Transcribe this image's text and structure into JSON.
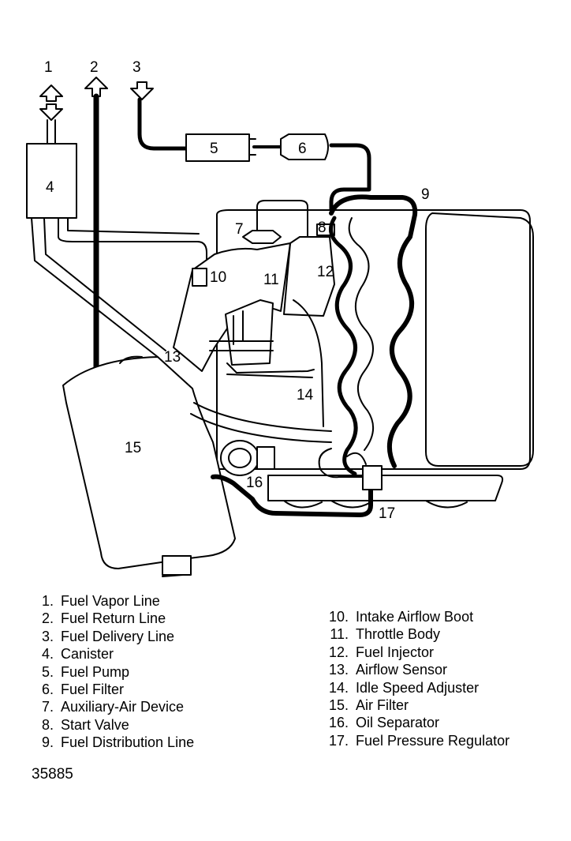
{
  "callouts": [
    "1",
    "2",
    "3",
    "4",
    "5",
    "6",
    "7",
    "8",
    "9",
    "10",
    "11",
    "12",
    "13",
    "14",
    "15",
    "16",
    "17"
  ],
  "legend_left": [
    {
      "num": "1.",
      "label": "Fuel Vapor Line"
    },
    {
      "num": "2.",
      "label": "Fuel Return Line"
    },
    {
      "num": "3.",
      "label": "Fuel Delivery Line"
    },
    {
      "num": "4.",
      "label": "Canister"
    },
    {
      "num": "5.",
      "label": "Fuel Pump"
    },
    {
      "num": "6.",
      "label": "Fuel Filter"
    },
    {
      "num": "7.",
      "label": "Auxiliary-Air Device"
    },
    {
      "num": "8.",
      "label": "Start Valve"
    },
    {
      "num": "9.",
      "label": "Fuel Distribution Line"
    }
  ],
  "legend_right": [
    {
      "num": "10.",
      "label": "Intake Airflow Boot"
    },
    {
      "num": "11.",
      "label": "Throttle Body"
    },
    {
      "num": "12.",
      "label": "Fuel Injector"
    },
    {
      "num": "13.",
      "label": "Airflow Sensor"
    },
    {
      "num": "14.",
      "label": "Idle Speed Adjuster"
    },
    {
      "num": "15.",
      "label": "Air Filter"
    },
    {
      "num": "16.",
      "label": "Oil Separator"
    },
    {
      "num": "17.",
      "label": "Fuel Pressure Regulator"
    }
  ],
  "figure_id": "35885"
}
